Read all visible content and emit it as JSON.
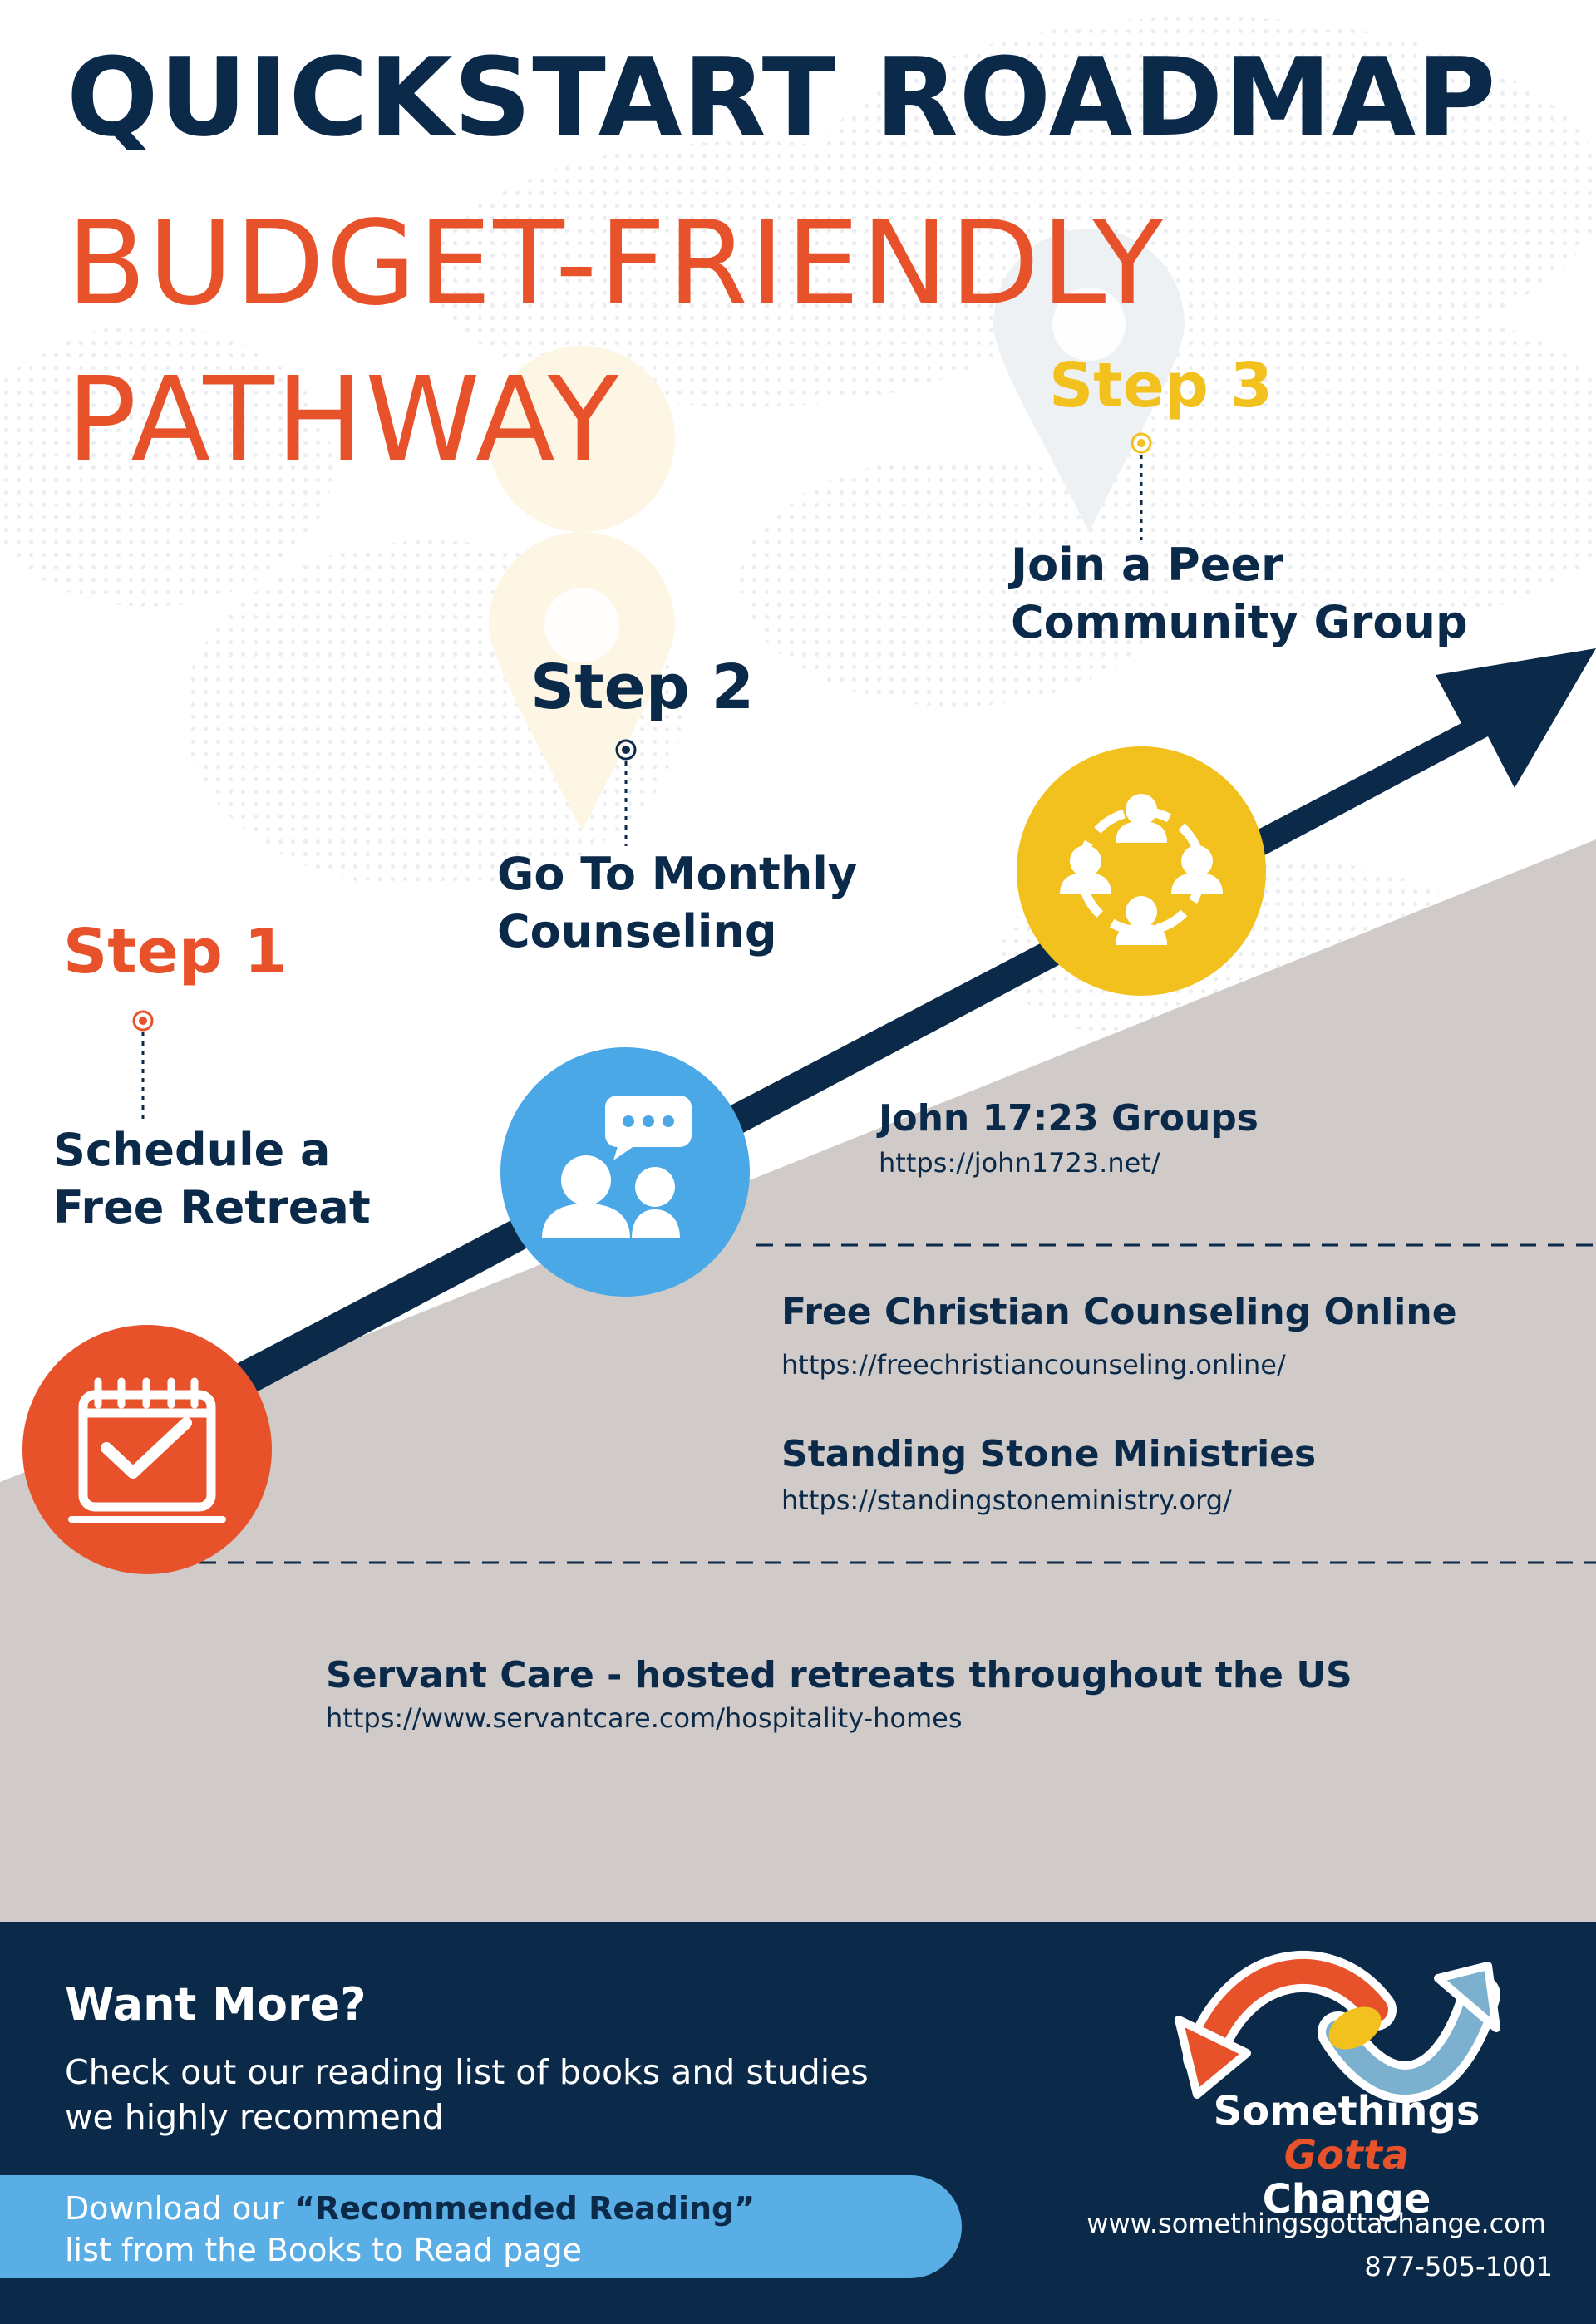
{
  "header": {
    "title": "QUICKSTART ROADMAP",
    "subtitle_line1": "BUDGET-FRIENDLY",
    "subtitle_line2": "PATHWAY"
  },
  "steps": [
    {
      "label": "Step 1",
      "text_line1": "Schedule a",
      "text_line2": "Free Retreat",
      "color": "#e8522a",
      "icon": "calendar-check-icon"
    },
    {
      "label": "Step 2",
      "text_line1": "Go To Monthly",
      "text_line2": "Counseling",
      "color": "#0b2a4a",
      "icon": "counseling-chat-icon"
    },
    {
      "label": "Step 3",
      "text_line1": "Join a Peer",
      "text_line2": "Community Group",
      "color": "#f2c11d",
      "icon": "community-group-icon"
    }
  ],
  "resources": {
    "group": {
      "title": "John 17:23 Groups",
      "url": "https://john1723.net/"
    },
    "counseling": [
      {
        "title": "Free Christian Counseling Online",
        "url": "https://freechristiancounseling.online/"
      },
      {
        "title": "Standing Stone Ministries",
        "url": "https://standingstoneministry.org/"
      }
    ],
    "retreat": {
      "title": "Servant Care - hosted retreats throughout the US",
      "url": "https://www.servantcare.com/hospitality-homes"
    }
  },
  "footer": {
    "heading": "Want More?",
    "body_line1": "Check out our reading list of books and studies",
    "body_line2": "we highly recommend",
    "pill_prefix": "Download our ",
    "pill_bold": "“Recommended Reading”",
    "pill_line2": "list from the Books to Read page",
    "brand_line1": "Somethings",
    "brand_word_accent": "Gotta",
    "brand_word_rest": "Change",
    "website": "www.somethingsgottachange.com",
    "phone": "877-505-1001"
  },
  "colors": {
    "navy": "#0b2a4a",
    "orange": "#e8522a",
    "yellow": "#f2c11d",
    "blue": "#4aa8e6",
    "gray": "#d0cbc8",
    "pill_blue": "#5aaee6"
  }
}
